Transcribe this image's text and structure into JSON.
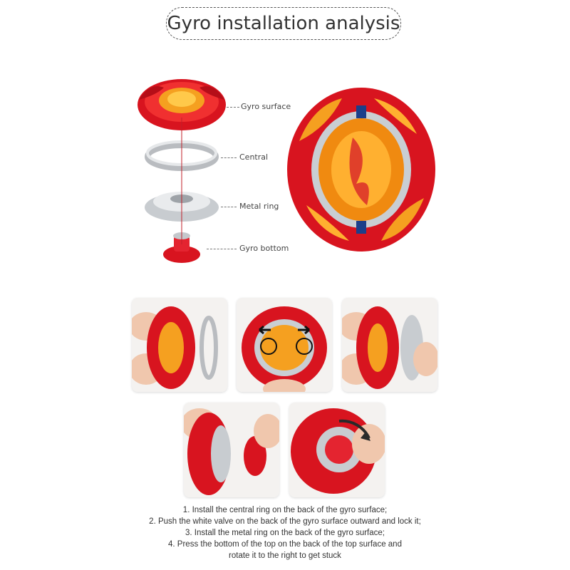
{
  "title": "Gyro installation analysis",
  "parts": [
    {
      "label": "Gyro surface"
    },
    {
      "label": "Central"
    },
    {
      "label": "Metal ring"
    },
    {
      "label": "Gyro bottom"
    }
  ],
  "instructions": [
    "1. Install the central ring on the back of the gyro surface;",
    "2. Push the white valve on the back of the gyro surface outward and lock it;",
    "3. Install the metal ring on the back of the gyro surface;",
    "4. Press the bottom of the top on the back of the top surface and",
    "rotate it to the right to get stuck"
  ],
  "colors": {
    "red": "#e0202a",
    "orange": "#f5a020",
    "silver": "#c8ccd0",
    "skin": "#f0c7ad"
  }
}
